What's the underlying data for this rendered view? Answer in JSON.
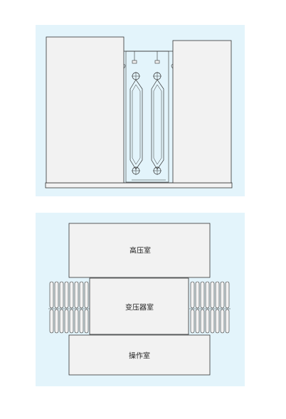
{
  "colors": {
    "background": "#ffffff",
    "panel_background": "#e3f4fb",
    "room_fill": "#f2f2f2",
    "line": "#333333",
    "fin_fill": "#f2f2f2"
  },
  "plan": {
    "high_voltage_room": "高压室",
    "transformer_room": "变压器室",
    "operation_room": "操作室"
  }
}
